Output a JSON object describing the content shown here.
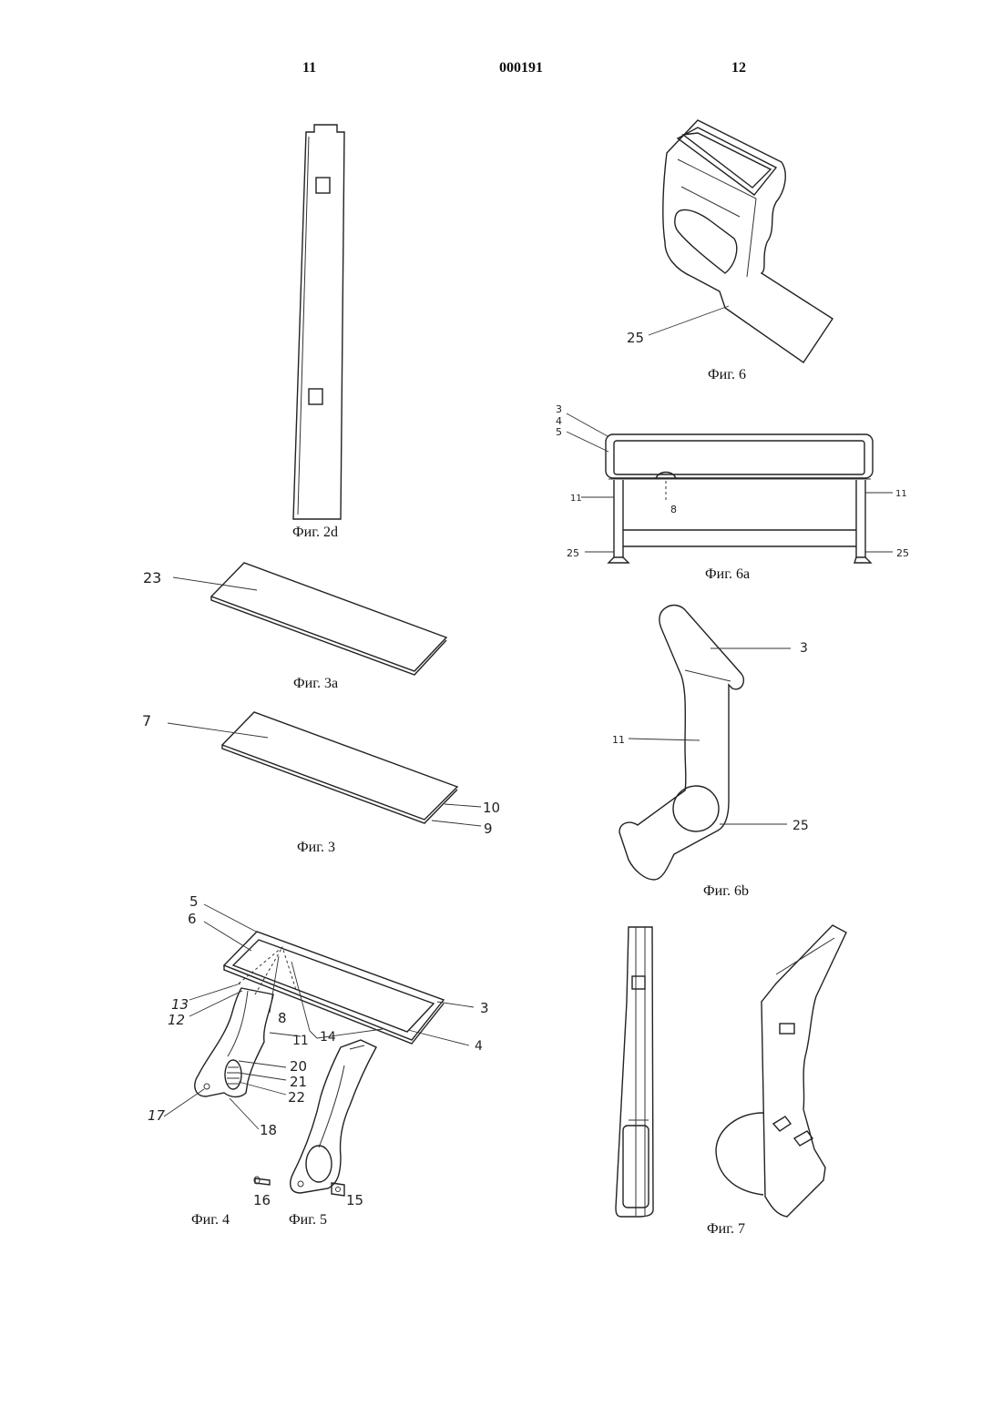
{
  "header": {
    "page_left": "11",
    "patent_number": "000191",
    "page_right": "12"
  },
  "captions": {
    "fig_2d": "Фиг. 2d",
    "fig_3a": "Фиг. 3a",
    "fig_3": "Фиг. 3",
    "fig_4": "Фиг. 4",
    "fig_5": "Фиг. 5",
    "fig_6": "Фиг. 6",
    "fig_6a": "Фиг. 6a",
    "fig_6b": "Фиг. 6b",
    "fig_7": "Фиг. 7"
  },
  "labels": {
    "fig_3a": {
      "l23": "23"
    },
    "fig_3": {
      "l7": "7",
      "l10": "10",
      "l9": "9"
    },
    "fig_4": {
      "l5": "5",
      "l6": "6",
      "l13": "13",
      "l12": "12",
      "l8": "8",
      "l11": "11",
      "l14": "14",
      "l3": "3",
      "l4": "4",
      "l20": "20",
      "l21": "21",
      "l22": "22",
      "l17": "17",
      "l18": "18",
      "l16": "16",
      "l15": "15"
    },
    "fig_6": {
      "l25": "25"
    },
    "fig_6a": {
      "l3": "3",
      "l4": "4",
      "l5": "5",
      "l11_left": "11",
      "l11_right": "11",
      "l8": "8",
      "l25_left": "25",
      "l25_right": "25"
    },
    "fig_6b": {
      "l3": "3",
      "l11": "11",
      "l25": "25"
    }
  }
}
